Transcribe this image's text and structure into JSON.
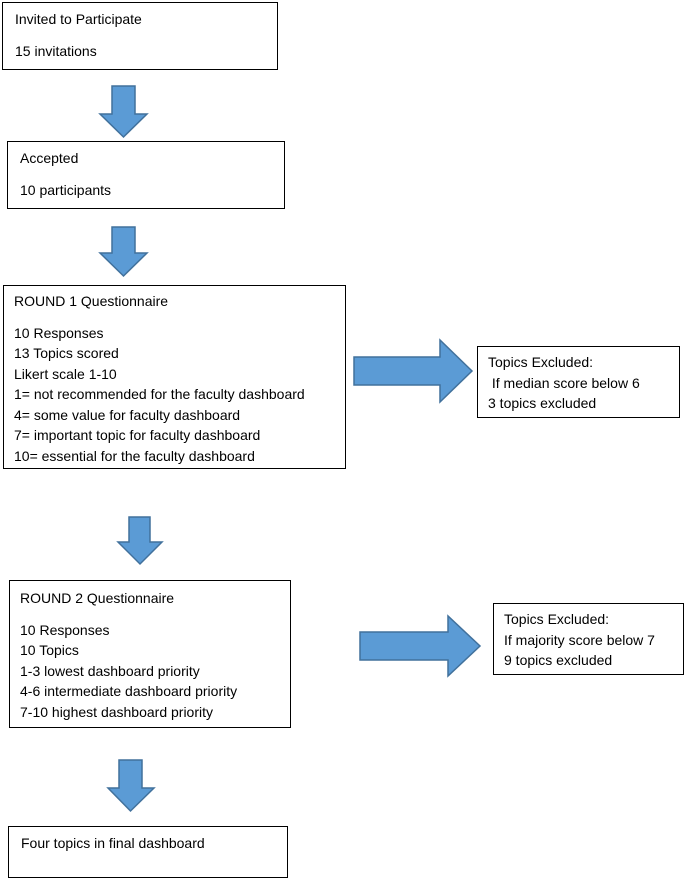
{
  "flow": {
    "invited": {
      "title": "Invited to Participate",
      "detail": "15 invitations"
    },
    "accepted": {
      "title": "Accepted",
      "detail": "10 participants"
    },
    "round1": {
      "title": "ROUND 1 Questionnaire",
      "lines": [
        "10 Responses",
        "13 Topics scored",
        "Likert scale 1-10",
        "1= not recommended for the faculty dashboard",
        "4= some value for faculty dashboard",
        "7= important topic for faculty dashboard",
        "10= essential for the faculty dashboard"
      ]
    },
    "excluded1": {
      "title": "Topics Excluded:",
      "lines": [
        " If median score below 6",
        "3 topics excluded"
      ]
    },
    "round2": {
      "title": "ROUND 2 Questionnaire",
      "lines": [
        "10 Responses",
        "10 Topics",
        "1-3 lowest dashboard priority",
        "4-6 intermediate dashboard priority",
        "7-10 highest dashboard priority"
      ]
    },
    "excluded2": {
      "title": "Topics Excluded:",
      "lines": [
        "If majority score below 7",
        "9 topics excluded"
      ]
    },
    "final": {
      "title": "Four topics in final dashboard"
    }
  },
  "colors": {
    "arrow_fill": "#5b9bd5",
    "arrow_stroke": "#41719c",
    "box_border": "#000000"
  }
}
